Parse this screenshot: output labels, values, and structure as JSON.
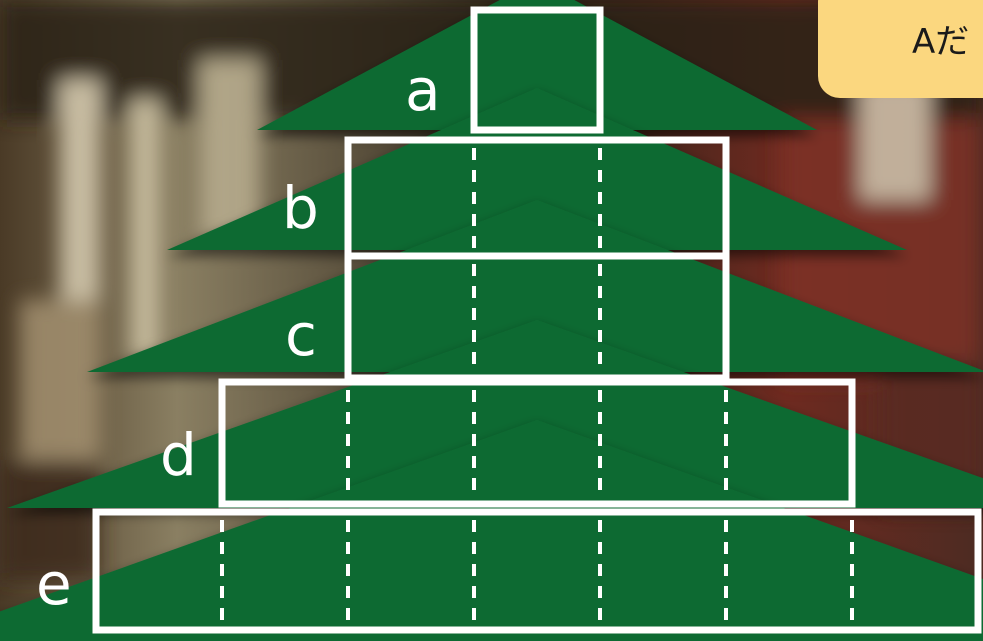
{
  "colors": {
    "tree_green": "#0f6b32",
    "box_outline": "#ffffff",
    "label_text": "#ffffff",
    "note_fill": "#fbd77f",
    "photo_dark": "#3b2a1c",
    "photo_red": "#7a2c22",
    "photo_light": "#d9cfb8"
  },
  "background": {
    "description_icon": "photo-background-icon"
  },
  "note": {
    "text": "Aだ"
  },
  "rows": [
    {
      "label": "a",
      "cells": 1
    },
    {
      "label": "b",
      "cells": 3
    },
    {
      "label": "c",
      "cells": 3
    },
    {
      "label": "d",
      "cells": 5
    },
    {
      "label": "e",
      "cells": 7
    }
  ]
}
